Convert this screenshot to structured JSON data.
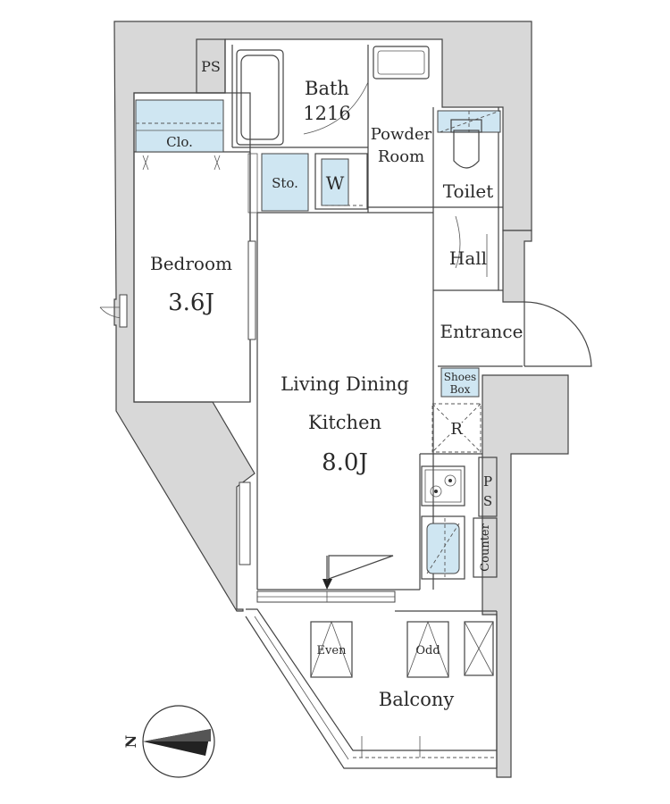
{
  "rooms": {
    "bath": "Bath",
    "bath_size": "1216",
    "powder_room_line1": "Powder",
    "powder_room_line2": "Room",
    "toilet": "Toilet",
    "hall": "Hall",
    "entrance": "Entrance",
    "shoes_box_line1": "Shoes",
    "shoes_box_line2": "Box",
    "closet": "Clo.",
    "storage": "Sto.",
    "washer": "W",
    "bedroom": "Bedroom",
    "bedroom_size": "3.6J",
    "ldk_line1": "Living Dining",
    "ldk_line2": "Kitchen",
    "ldk_size": "8.0J",
    "refrigerator": "R",
    "counter": "Counter",
    "ps_top": "PS",
    "ps_kitchen_p": "P",
    "ps_kitchen_s": "S",
    "balcony": "Balcony",
    "ac_even": "Even",
    "ac_odd": "Odd"
  },
  "compass": {
    "north": "N"
  },
  "colors": {
    "wall": "#d8d8d8",
    "fixture": "#cfe6f2",
    "line": "#444444"
  }
}
